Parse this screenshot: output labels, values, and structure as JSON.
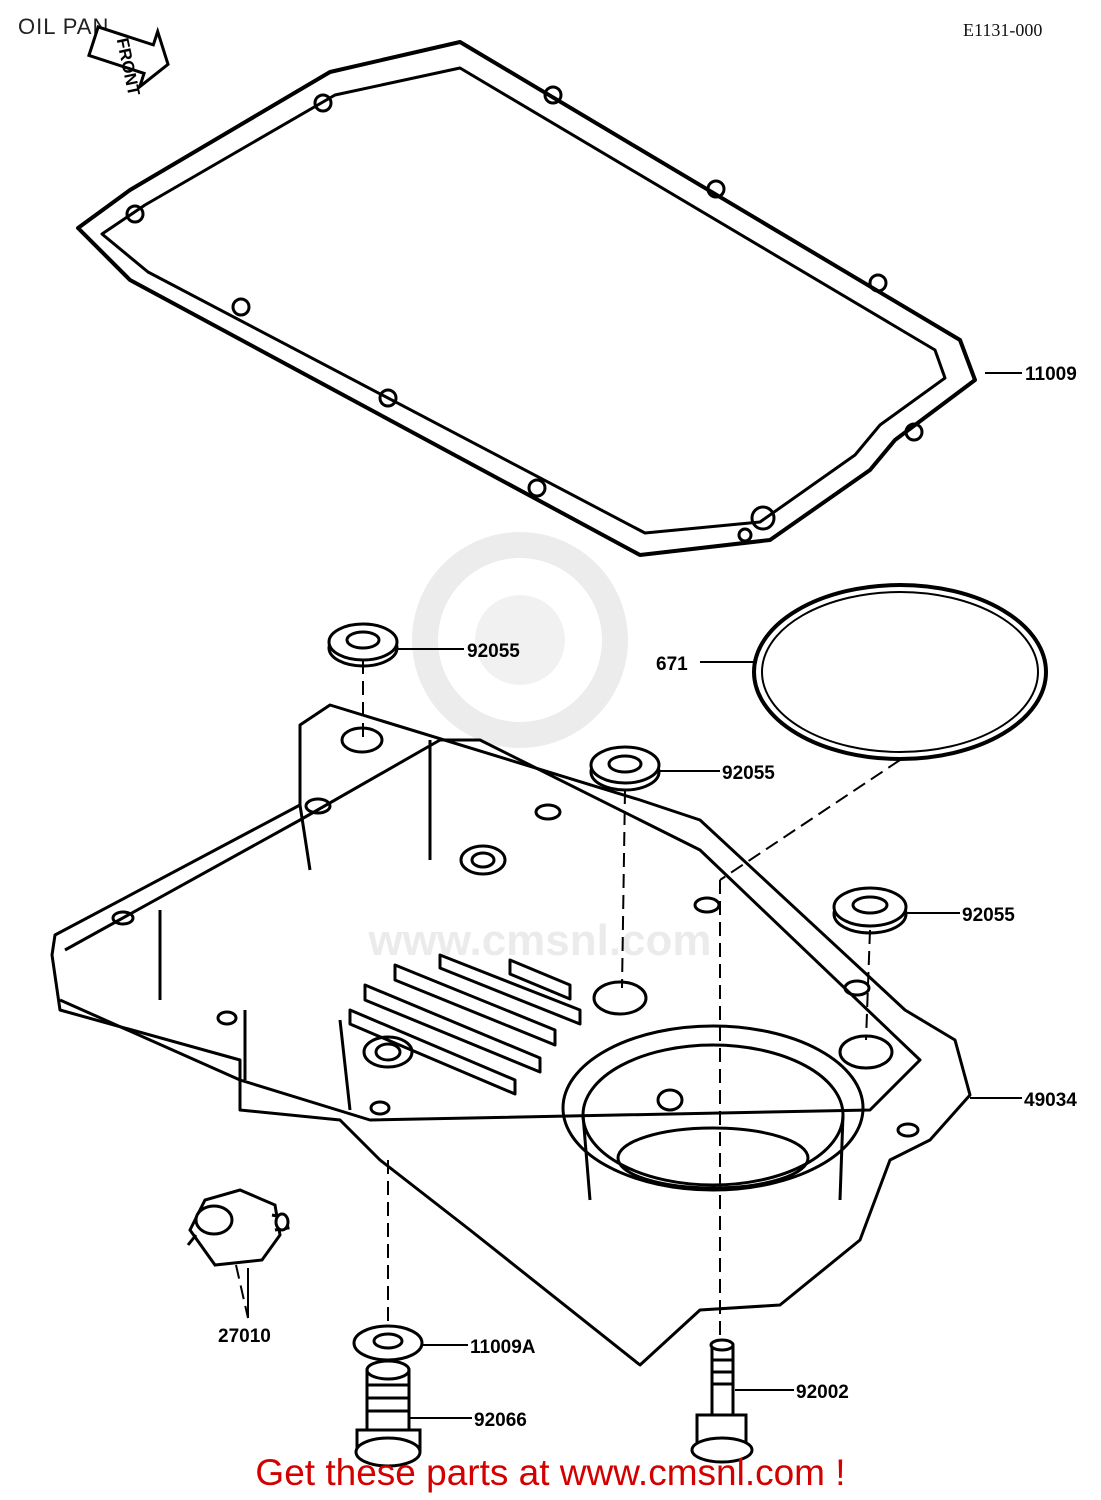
{
  "header": {
    "title": "OIL PAN",
    "drawing_code": "E1131-000"
  },
  "front_marker": "FRONT",
  "watermark": {
    "text": "www.cmsnl.com",
    "color": "#d9d9d9"
  },
  "parts": [
    {
      "id": "gasket",
      "number": "11009"
    },
    {
      "id": "o-ring",
      "number": "671"
    },
    {
      "id": "washer-top-left",
      "number": "92055"
    },
    {
      "id": "washer-center",
      "number": "92055"
    },
    {
      "id": "washer-right",
      "number": "92055"
    },
    {
      "id": "oil-pan",
      "number": "49034"
    },
    {
      "id": "oil-pressure-switch",
      "number": "27010"
    },
    {
      "id": "drain-washer",
      "number": "11009A"
    },
    {
      "id": "drain-plug",
      "number": "92066"
    },
    {
      "id": "pan-bolt",
      "number": "92002"
    }
  ],
  "footer": {
    "text": "Get these parts at www.cmsnl.com !",
    "color": "#d40000"
  }
}
